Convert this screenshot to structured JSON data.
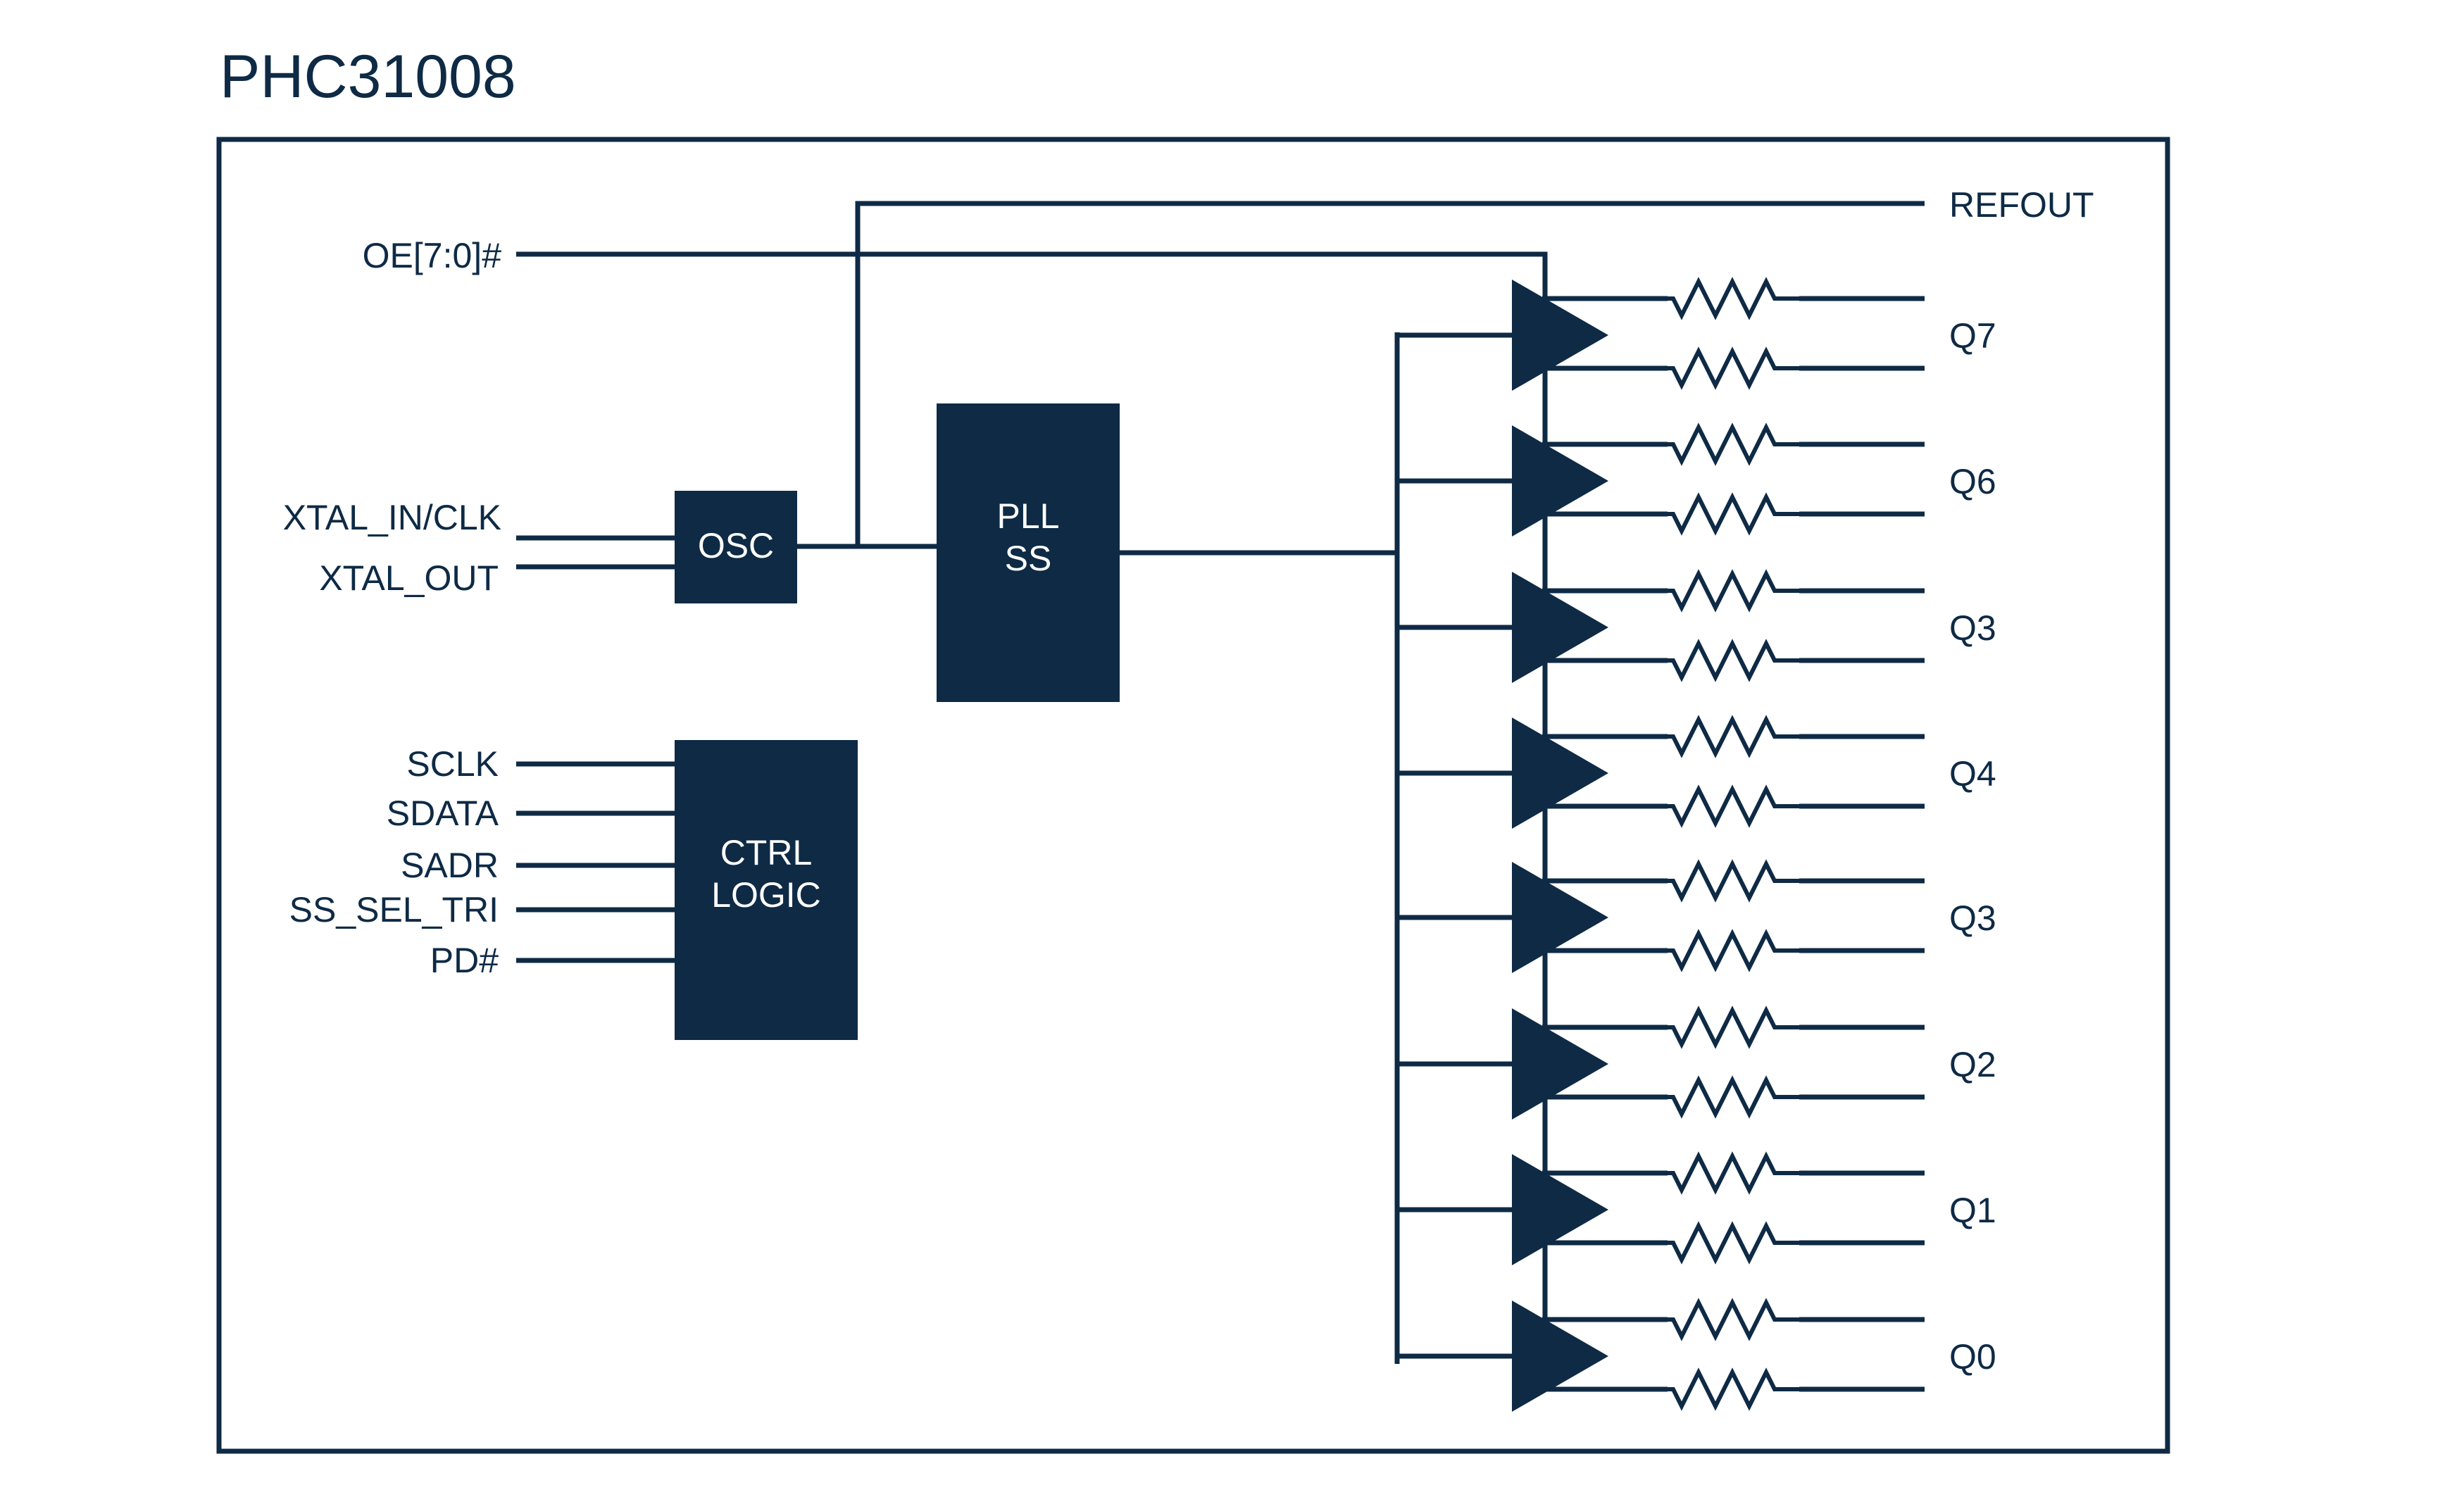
{
  "title": "PHC31008",
  "colors": {
    "ink": "#0E2A45",
    "background": "#FFFFFF",
    "block_text": "#FFFFFF"
  },
  "inputs": {
    "oe": "OE[7:0]#",
    "xtal_in": "XTAL_IN/CLK",
    "xtal_out": "XTAL_OUT"
  },
  "control_inputs": [
    "SCLK",
    "SDATA",
    "SADR",
    "SS_SEL_TRI",
    "PD#"
  ],
  "blocks": {
    "osc": {
      "lines": [
        "OSC"
      ]
    },
    "pll": {
      "lines": [
        "PLL",
        "SS"
      ]
    },
    "ctrl": {
      "lines": [
        "CTRL",
        "LOGIC"
      ]
    }
  },
  "refout_label": "REFOUT",
  "outputs": [
    "Q7",
    "Q6",
    "Q3",
    "Q4",
    "Q3",
    "Q2",
    "Q1",
    "Q0"
  ]
}
